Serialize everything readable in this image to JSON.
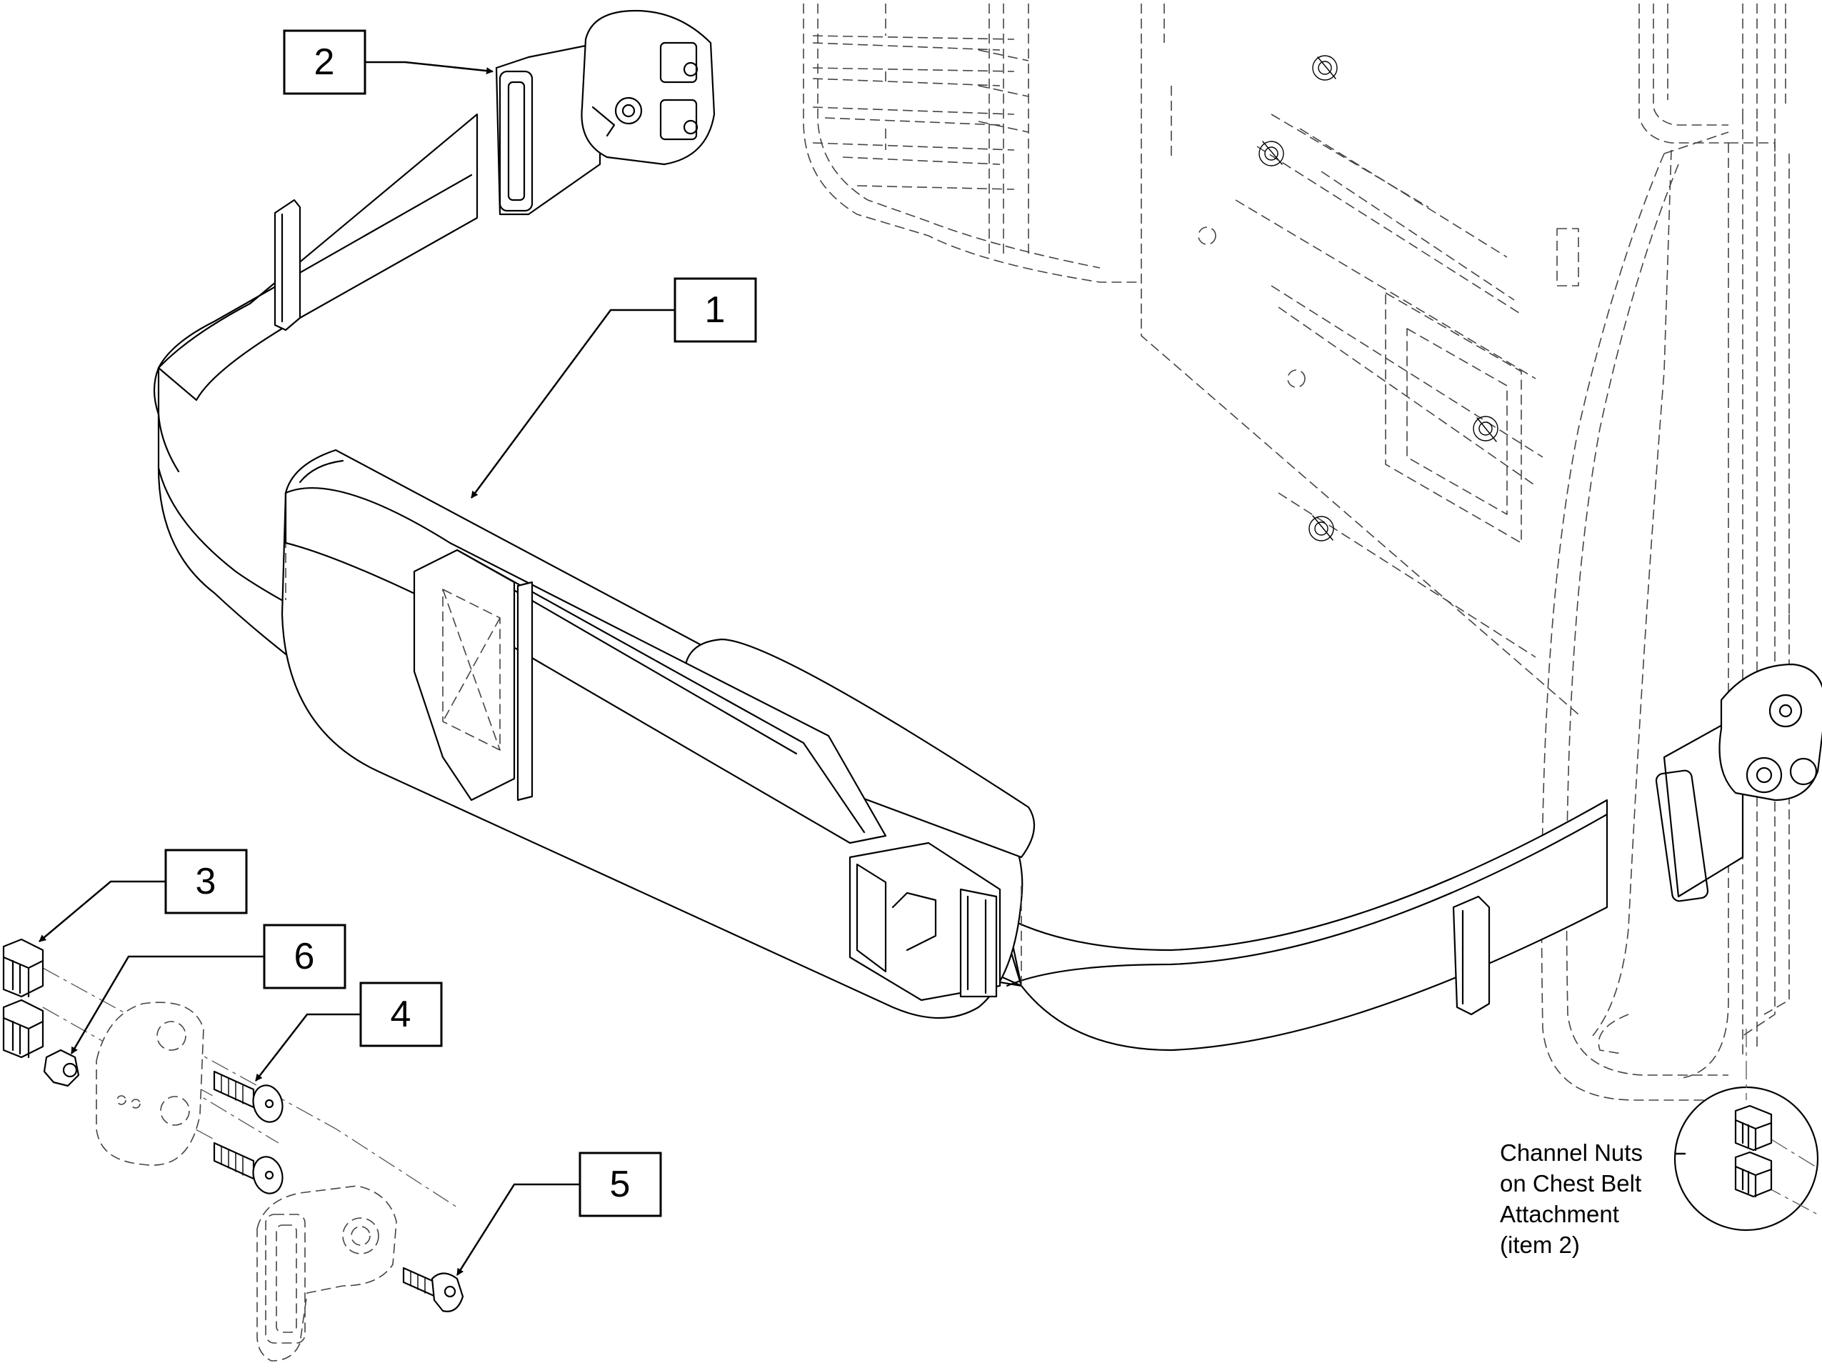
{
  "callouts": [
    {
      "label": "1"
    },
    {
      "label": "2"
    },
    {
      "label": "3"
    },
    {
      "label": "4"
    },
    {
      "label": "5"
    },
    {
      "label": "6"
    }
  ],
  "detail_note": {
    "lines": [
      "Channel Nuts",
      "on Chest Belt",
      "Attachment",
      "(item 2)"
    ]
  }
}
